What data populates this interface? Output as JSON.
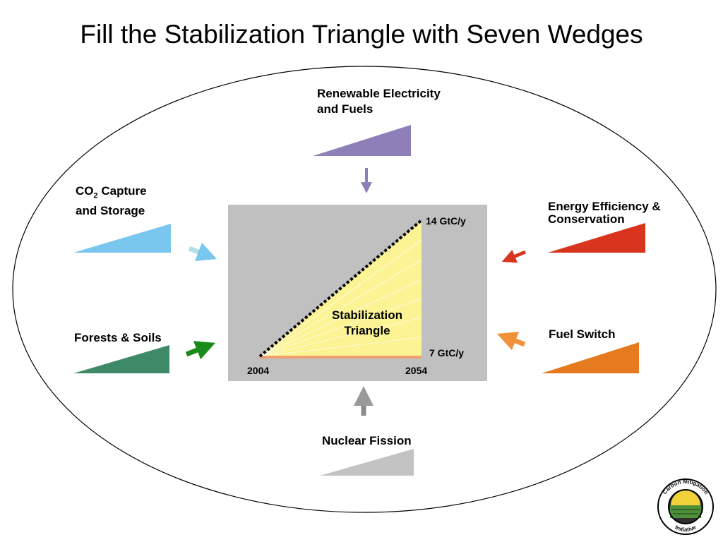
{
  "title": "Fill the Stabilization Triangle with Seven Wedges",
  "wedges": {
    "renewable": {
      "line1": "Renewable Electricity",
      "line2": "and Fuels",
      "color": "#8e7fb8"
    },
    "ccs": {
      "co": "CO",
      "sub": "2",
      "rest": " Capture",
      "line2": "and Storage",
      "color": "#79c6ef"
    },
    "efficiency": {
      "line1": "Energy Efficiency &",
      "line2": "Conservation",
      "color": "#d9341d"
    },
    "forests": {
      "label": "Forests & Soils",
      "color": "#3f8a66"
    },
    "fuel_switch": {
      "label": "Fuel Switch",
      "color": "#e57b1e"
    },
    "nuclear": {
      "label": "Nuclear Fission",
      "color": "#c3c3c3"
    }
  },
  "triangle": {
    "label_line1": "Stabilization",
    "label_line2": "Triangle",
    "top_value": "14 GtC/y",
    "base_value": "7 GtC/y",
    "start_year": "2004",
    "end_year": "2054"
  },
  "logo": {
    "top_text": "Carbon Mitigation",
    "bottom_text": "Initiative"
  }
}
